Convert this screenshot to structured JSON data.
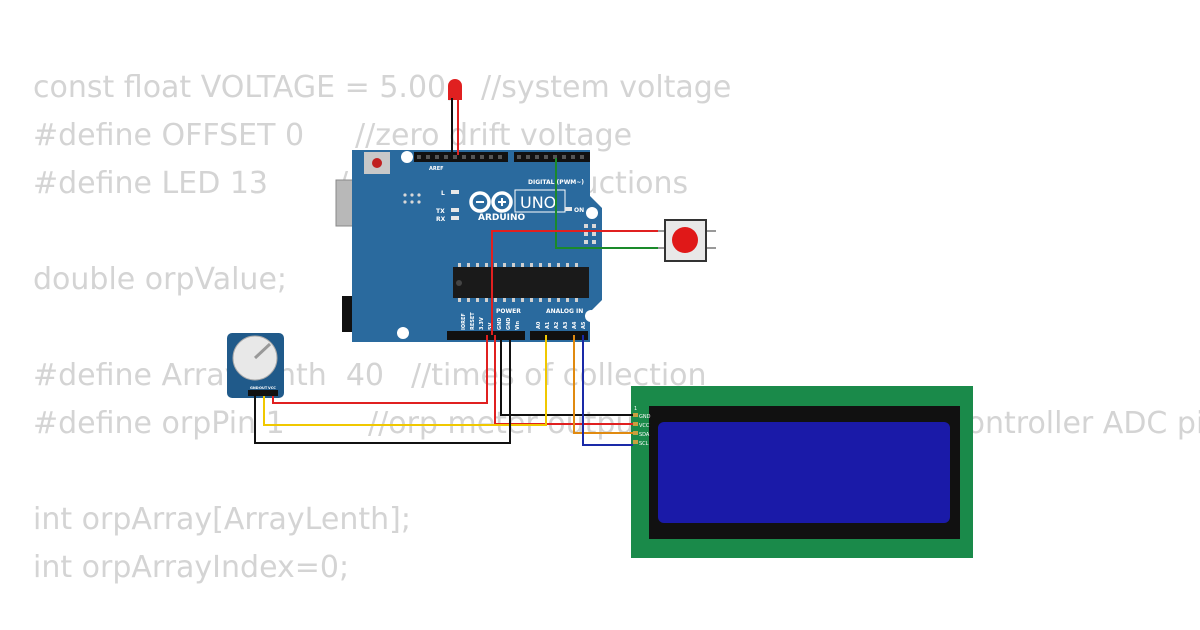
{
  "code_lines": [
    "const float VOLTAGE = 5.00;",
    "#define OFFSET 0",
    "#define LED 13",
    "",
    "double orpValue;",
    "",
    "#define ArrayLenth  40",
    "#define orpPin 1",
    "",
    "int orpArray[ArrayLenth];",
    "int orpArrayIndex=0;"
  ],
  "code_comments": [
    "//system voltage",
    "//zero drift voltage",
    "//operating instructions",
    "",
    "",
    "",
    "//times of collection",
    "//orp meter output,connect to Arduino controller ADC pin",
    "",
    "",
    ""
  ],
  "board": {
    "brand": "ARDUINO",
    "model": "UNO",
    "digital_header_label": "DIGITAL (PWM~)",
    "power_label": "POWER",
    "analog_label": "ANALOG IN",
    "on_label": "ON",
    "tx_label": "TX",
    "rx_label": "RX",
    "l_label": "L",
    "ioref_label": "IOREF",
    "reset_label": "RESET",
    "v33_label": "3.3V",
    "v5_label": "5V",
    "gnd_label": "GND",
    "vin_label": "Vin",
    "aref_label": "AREF",
    "analog_pins": [
      "A0",
      "A1",
      "A2",
      "A3",
      "A4",
      "A5"
    ]
  },
  "lcd": {
    "pins": [
      "GND",
      "VCC",
      "SDA",
      "SCL"
    ],
    "pin1_label": "1"
  },
  "potentiometer": {
    "pins": [
      "GND",
      "OUT",
      "VCC"
    ]
  },
  "colors": {
    "board": "#2a6a9e",
    "lcd_pcb": "#1a8a4a",
    "lcd_screen": "#1a1aa8",
    "wire_red": "#e02020",
    "wire_black": "#111111",
    "wire_yellow": "#f0c800",
    "wire_orange": "#e08a10",
    "wire_blue": "#1a2aa8",
    "wire_green": "#1a8a2a",
    "led": "#e02020",
    "button": "#e01818"
  }
}
